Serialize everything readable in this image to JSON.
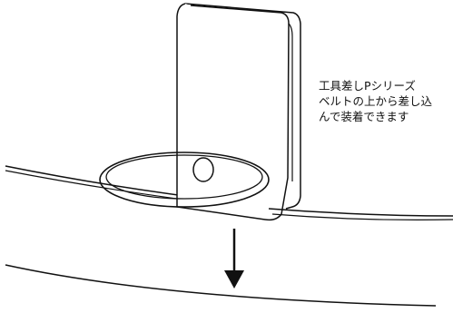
{
  "caption": {
    "line1": "工具差しPシリーズ",
    "line2": "ベルトの上から差し込",
    "line3": "んで装着できます"
  },
  "colors": {
    "stroke": "#111111",
    "background": "#ffffff",
    "clip_fill": "#ffffff"
  },
  "icons": [
    "clip-holder-icon",
    "ring-icon",
    "down-arrow-icon"
  ]
}
